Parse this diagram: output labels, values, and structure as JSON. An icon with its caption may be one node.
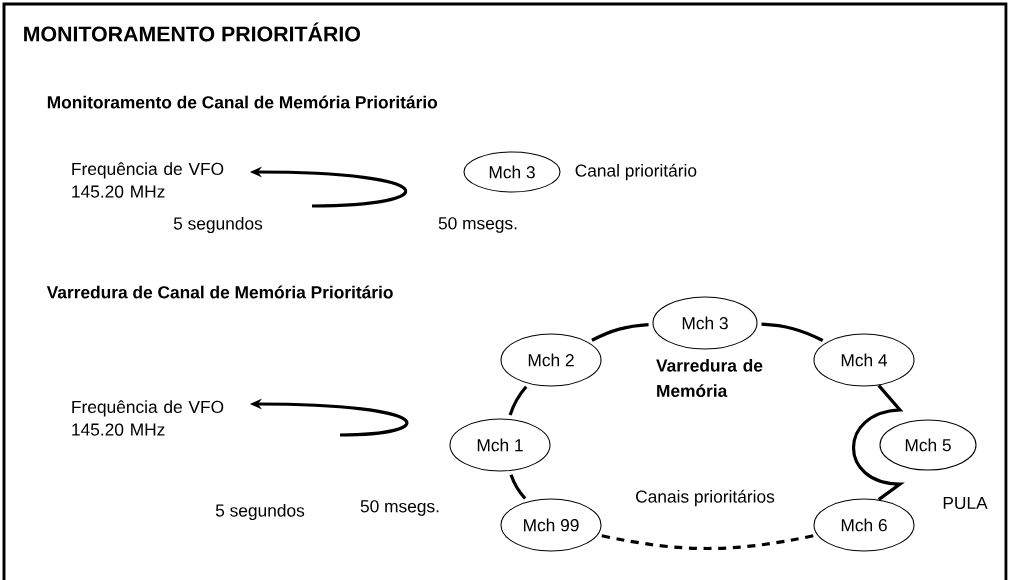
{
  "diagram": {
    "title": "MONITORAMENTO PRIORITÁRIO",
    "nodes": [
      {
        "text": [
          "Frequência de VFO 145.20 MHz"
        ]
      },
      {
        "text": [
          "Mch 3"
        ],
        "beside": [
          "Canal prioritário"
        ]
      },
      {
        "text": [
          "Frequência de VFO 145.20 MHz"
        ]
      },
      {
        "text": [
          "Mch 1"
        ]
      },
      {
        "text": [
          "Mch 2"
        ]
      },
      {
        "text": [
          "Mch 3"
        ]
      },
      {
        "text": [
          "Mch 4"
        ]
      },
      {
        "text": [
          "Mch 5"
        ]
      },
      {
        "text": [
          "Mch 6"
        ]
      },
      {
        "text": [
          "Mch 99"
        ]
      }
    ],
    "edges": [
      {
        "from": null,
        "to": 0,
        "arrow": "to"
      },
      {
        "from": null,
        "to": 2,
        "arrow": "to"
      },
      {
        "from": 3,
        "to": 4,
        "arrow": "none"
      },
      {
        "from": 4,
        "to": 5,
        "arrow": "none"
      },
      {
        "from": 5,
        "to": 6,
        "arrow": "none"
      },
      {
        "from": 6,
        "to": 8,
        "arrow": "none",
        "label": "PULA"
      },
      {
        "from": 8,
        "to": 9,
        "arrow": "none",
        "style": "dashed"
      },
      {
        "from": 9,
        "to": 3,
        "arrow": "none"
      }
    ],
    "labels": [
      "Monitoramento de Canal de Memória Prioritário",
      "5 segundos",
      "50 msegs.",
      "Varredura de Canal de Memória Prioritário",
      "Varredura de Memória",
      "5 segundos",
      "50 msegs.",
      "Canais prioritários"
    ]
  }
}
